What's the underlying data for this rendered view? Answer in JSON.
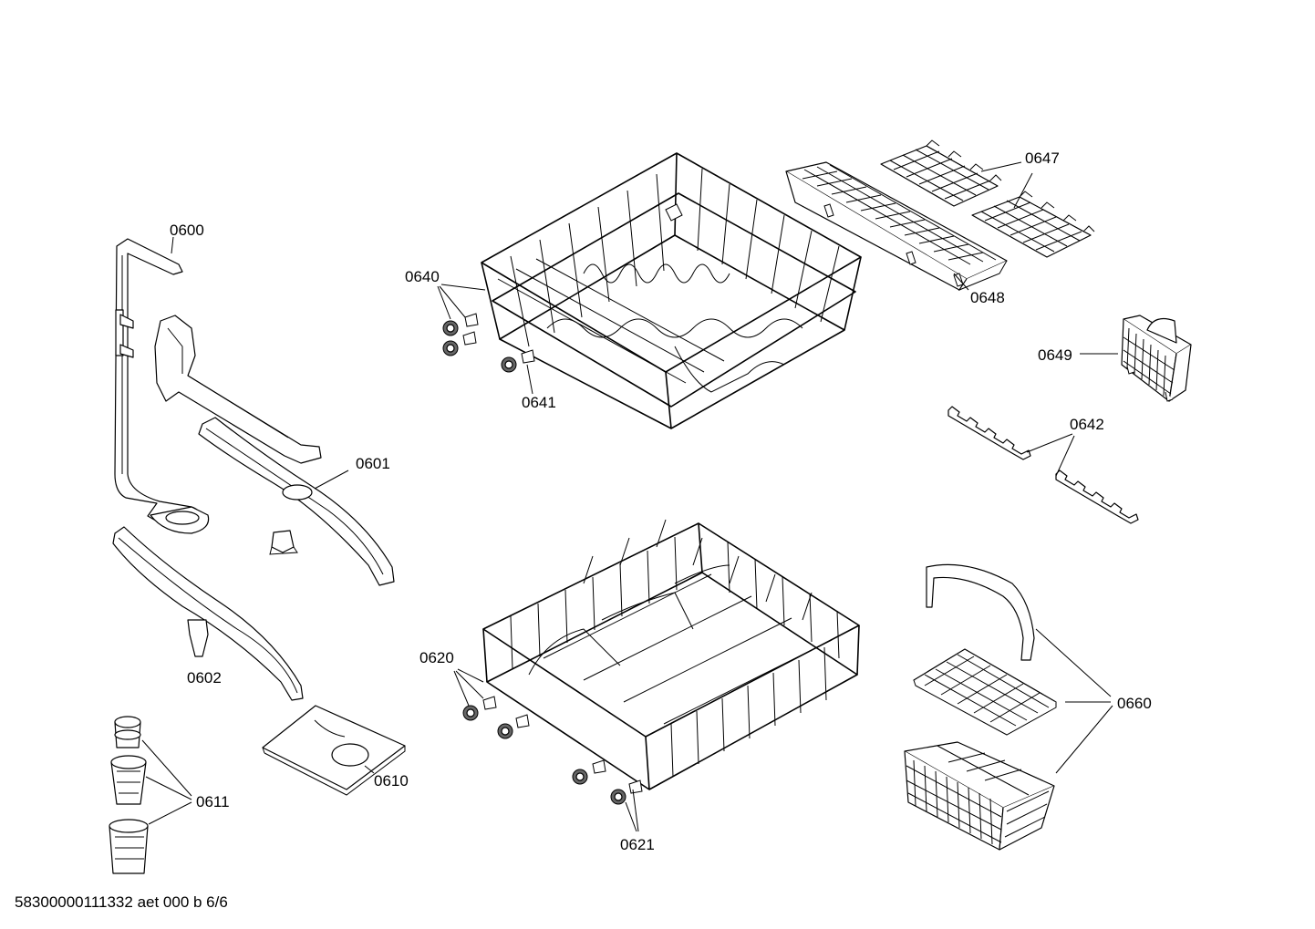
{
  "labels": {
    "p0600": "0600",
    "p0601": "0601",
    "p0602": "0602",
    "p0610": "0610",
    "p0611": "0611",
    "p0620": "0620",
    "p0621": "0621",
    "p0640": "0640",
    "p0641": "0641",
    "p0642": "0642",
    "p0647": "0647",
    "p0648": "0648",
    "p0649": "0649",
    "p0660": "0660"
  },
  "footer": "58300000111332 aet 000 b 6/6"
}
